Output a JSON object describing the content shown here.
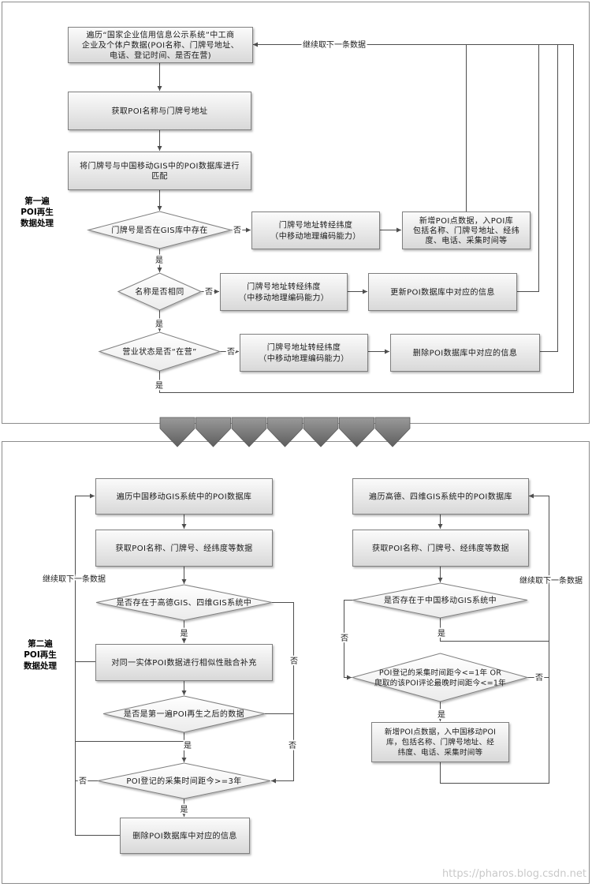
{
  "stage1": {
    "label": [
      "第一遍",
      "POI再生",
      "数据处理"
    ],
    "traverse": [
      "遍历“国家企业信用信息公示系统”中工商",
      "企业及个体户数据(POI名称、门牌号地址、",
      "电话、登记时间、是否在营)"
    ],
    "fetch": "获取POI名称与门牌号地址",
    "match": [
      "将门牌号与中国移动GIS中的POI数据库进行",
      "匹配"
    ],
    "check_gis": "门牌号是否在GIS库中存在",
    "geocode": [
      "门牌号地址转经纬度",
      "（中移动地理编码能力）"
    ],
    "add": [
      "新增POI点数据，入POI库",
      "包括名称、门牌号地址、经纬",
      "度、电话、采集时间等"
    ],
    "check_name": "名称是否相同",
    "update": "更新POI数据库中对应的信息",
    "check_status": "营业状态是否“在营”",
    "delete": "删除POI数据库中对应的信息",
    "loop": "继续取下一条数据"
  },
  "stage2": {
    "label": [
      "第二遍",
      "POI再生",
      "数据处理"
    ],
    "left": {
      "traverse": "遍历中国移动GIS系统中的POI数据库",
      "fetch": "获取POI名称、门牌号、经纬度等数据",
      "check_exists": "是否存在于高德GIS、四维GIS系统中",
      "merge": "对同一实体POI数据进行相似性融合补充",
      "check_first_pass": "是否是第一遍POI再生之后的数据",
      "check_age": "POI登记的采集时间距今>=3年",
      "delete": "删除POI数据库中对应的信息",
      "loop": "继续取下一条数据"
    },
    "right": {
      "traverse": "遍历高德、四维GIS系统中的POI数据库",
      "fetch": "获取POI名称、门牌号、经纬度等数据",
      "check_exists": "是否存在于中国移动GIS系统中",
      "check_recent": [
        "POI登记的采集时间距今<=1年 OR",
        "爬取的该POI评论最晚时间距今<=1年"
      ],
      "add": [
        "新增POI点数据，入中国移动POI",
        "库，包括名称、门牌号地址、经",
        "纬度、电话、采集时间等"
      ],
      "loop": "继续取下一条数据"
    }
  },
  "branch": {
    "yes": "是",
    "no": "否"
  },
  "watermark": "https://pharos.blog.csdn.net",
  "colors": {
    "connector": "#4d4d4d",
    "border": "#7f7f7f",
    "text": "#1a1a1a",
    "watermark": "#c9c9c9",
    "chevron": "#6e6e6e"
  }
}
